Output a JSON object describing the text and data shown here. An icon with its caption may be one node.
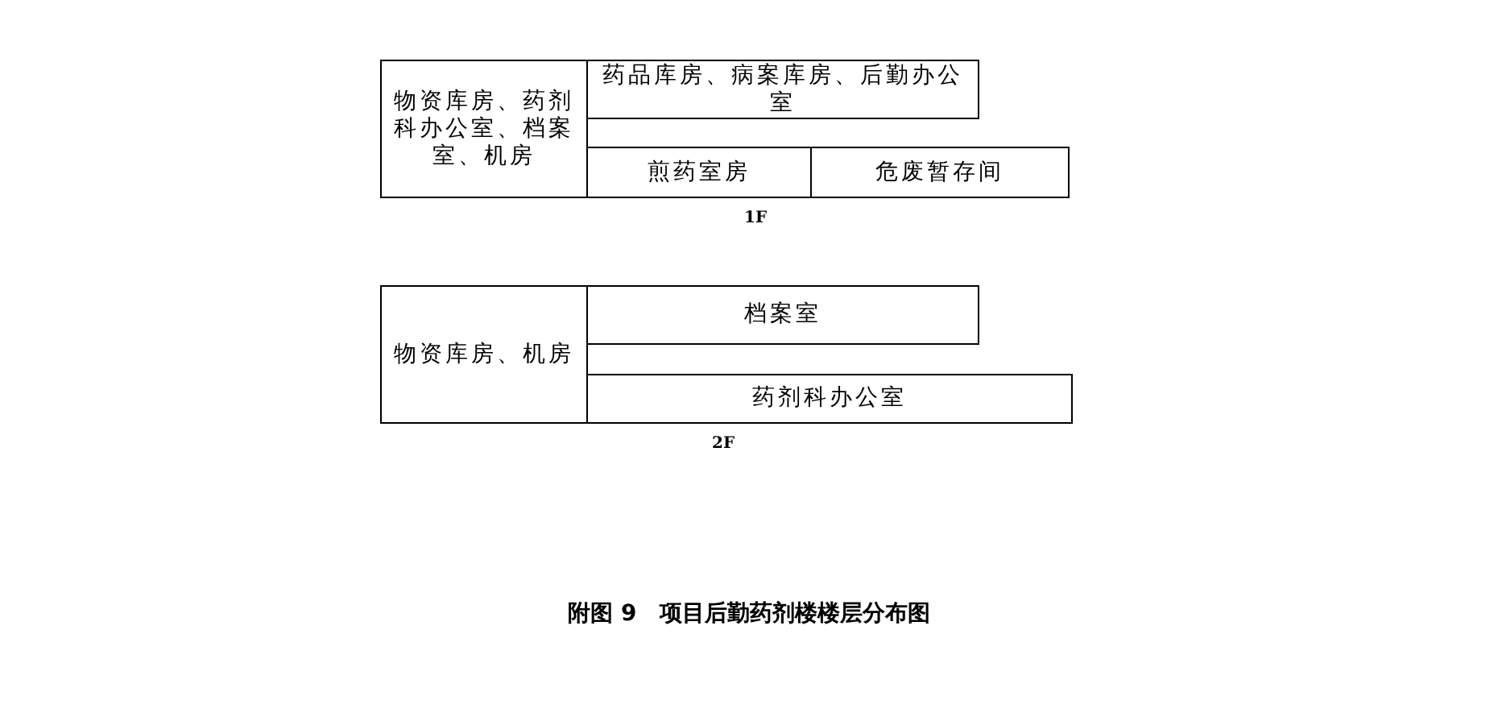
{
  "diagram": {
    "caption": "附图 9　项目后勤药剂楼楼层分布图",
    "nodes": [
      {
        "text": [
          "物资库房、药剂科办公室、档案室、机房"
        ]
      },
      {
        "text": [
          "药品库房、病案库房、后勤办公室"
        ]
      },
      {
        "text": [
          "煎药室房"
        ]
      },
      {
        "text": [
          "危废暂存间"
        ]
      },
      {
        "text": [
          "物资库房、机房"
        ]
      },
      {
        "text": [
          "档案室"
        ]
      },
      {
        "text": [
          "药剂科办公室"
        ]
      }
    ],
    "labels": [
      "1F",
      "2F"
    ]
  }
}
